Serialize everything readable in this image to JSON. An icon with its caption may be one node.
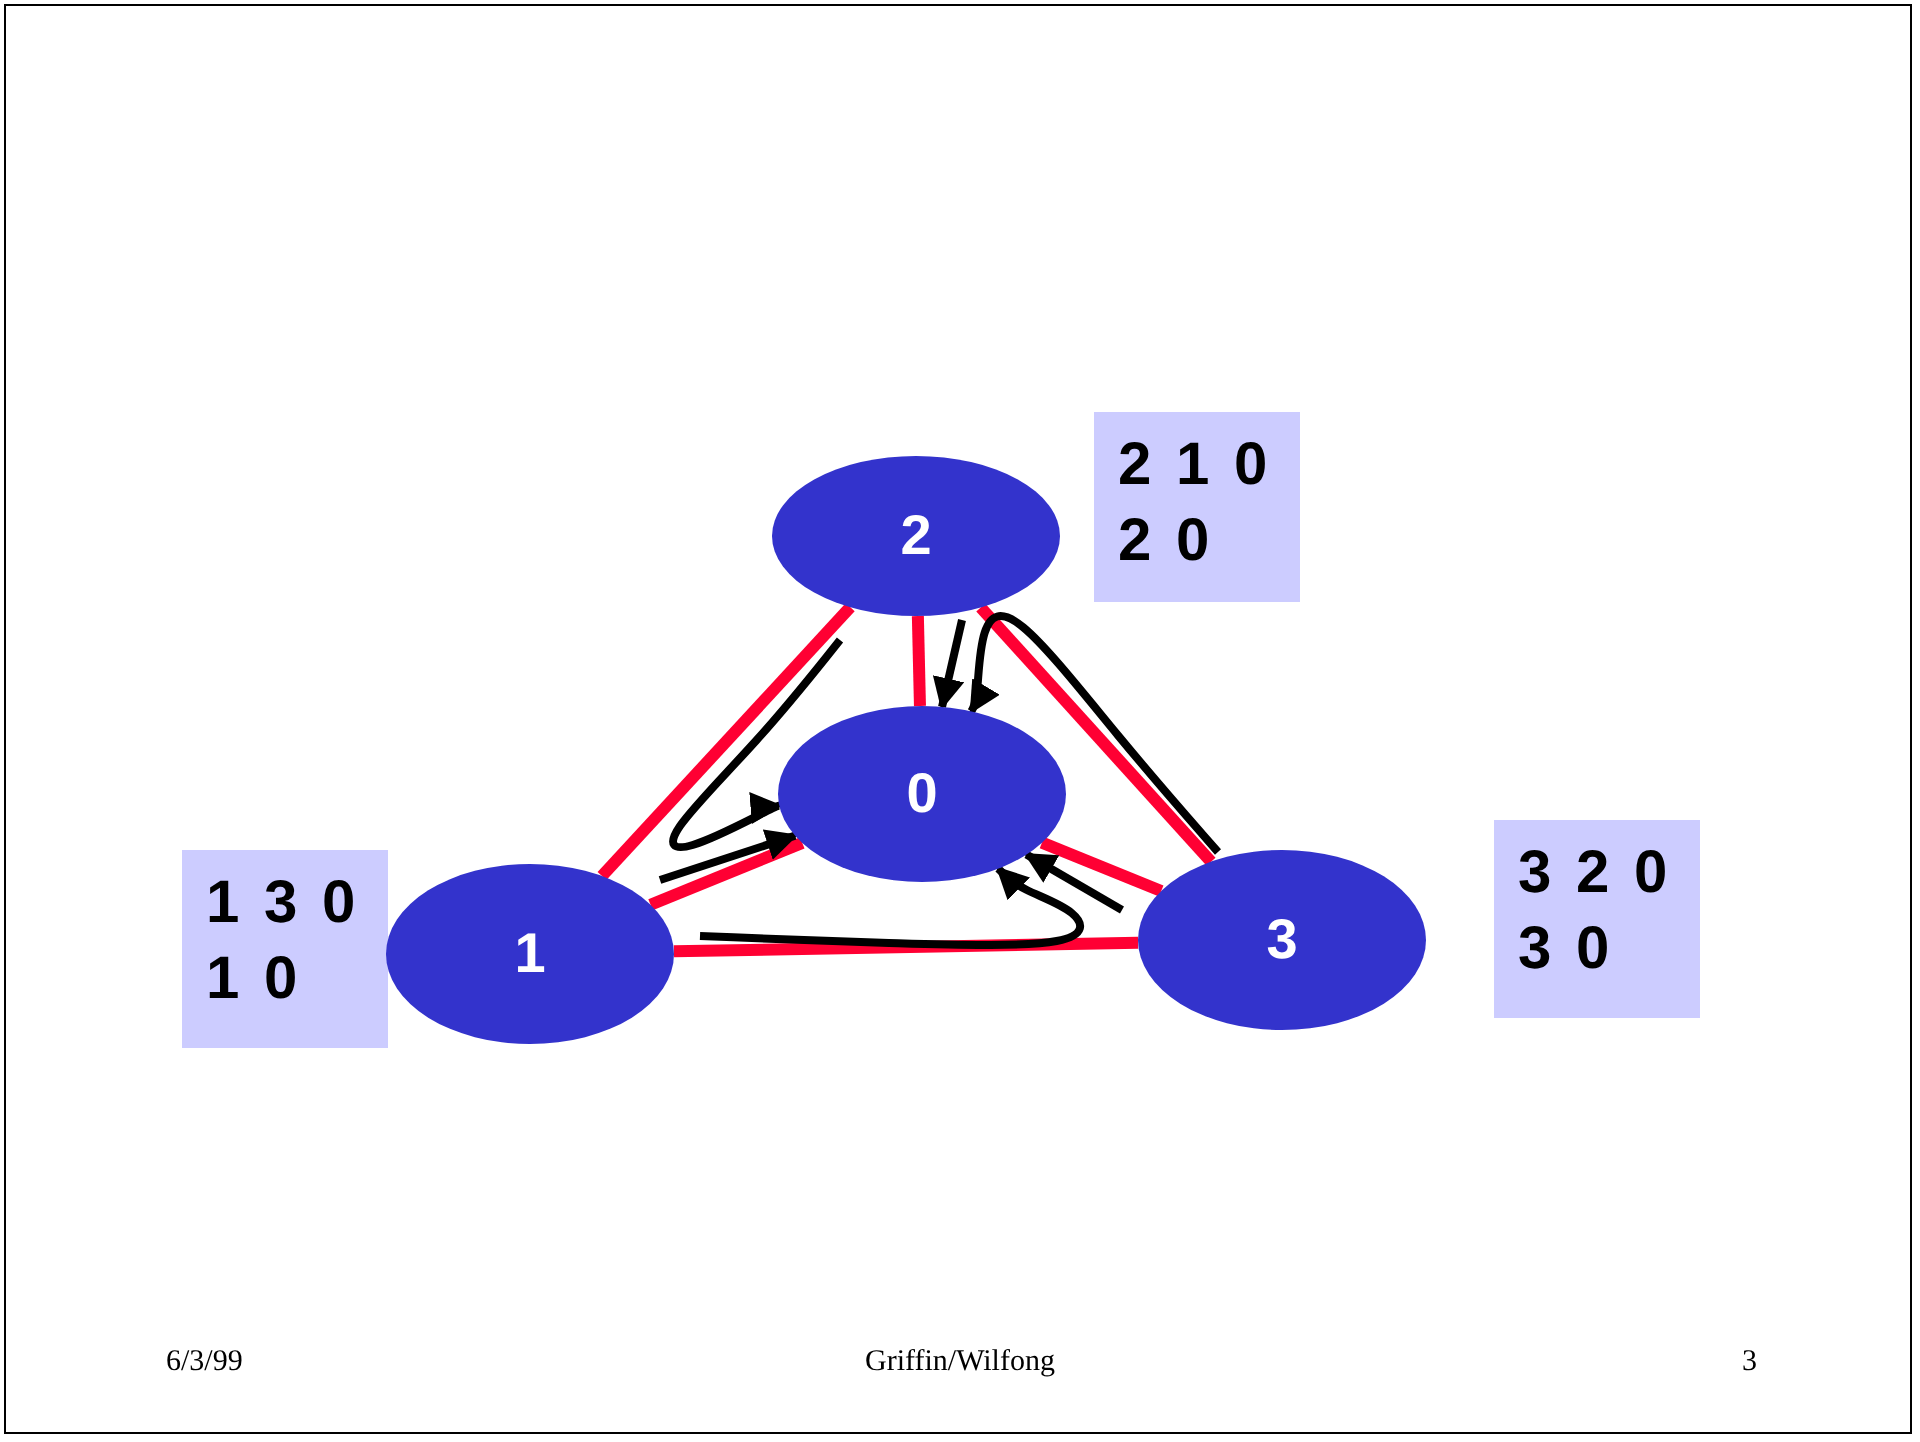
{
  "diagram": {
    "nodes": [
      {
        "text": [
          "2"
        ]
      },
      {
        "text": [
          "2 1 0",
          "2 0"
        ]
      },
      {
        "text": [
          "0"
        ]
      },
      {
        "text": [
          "3 2 0",
          "3 0"
        ]
      },
      {
        "text": [
          "1 3 0",
          "1 0"
        ]
      },
      {
        "text": [
          "1"
        ]
      },
      {
        "text": [
          "3"
        ]
      }
    ],
    "edges": [
      {
        "from": 0,
        "to": 2,
        "arrow": "none"
      },
      {
        "from": 0,
        "to": 5,
        "arrow": "none"
      },
      {
        "from": 0,
        "to": 6,
        "arrow": "none"
      },
      {
        "from": 5,
        "to": 2,
        "arrow": "none"
      },
      {
        "from": 5,
        "to": 6,
        "arrow": "none"
      },
      {
        "from": 6,
        "to": 2,
        "arrow": "none"
      },
      {
        "from": 0,
        "to": 2,
        "arrow": "to",
        "color": "#000000"
      },
      {
        "from": 5,
        "to": 2,
        "arrow": "to",
        "color": "#000000"
      },
      {
        "from": 0,
        "to": 2,
        "arrow": "to",
        "color": "#000000"
      },
      {
        "from": 6,
        "to": 2,
        "arrow": "to",
        "color": "#000000"
      },
      {
        "from": 6,
        "to": 2,
        "arrow": "to",
        "color": "#000000"
      },
      {
        "from": 5,
        "to": 2,
        "arrow": "to",
        "color": "#000000"
      }
    ],
    "labels": [
      "6/3/99",
      "Griffin/Wilfong",
      "3"
    ]
  }
}
